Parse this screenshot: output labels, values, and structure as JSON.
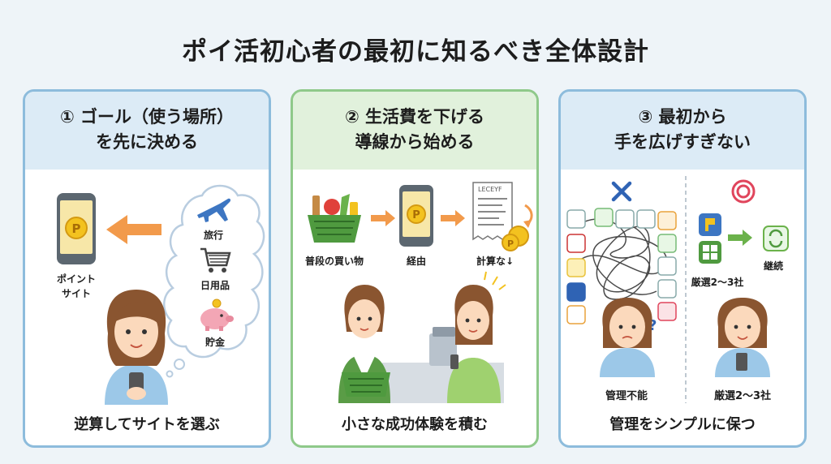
{
  "title": "ポイ活初心者の最初に知るべき全体設計",
  "cards": [
    {
      "heading_line1": "① ゴール（使う場所）",
      "heading_line2": "を先に決める",
      "labels": {
        "site_line1": "ポイント",
        "site_line2": "サイト",
        "travel": "旅行",
        "daily": "日用品",
        "savings": "貯金"
      },
      "footer": "逆算してサイトを選ぶ"
    },
    {
      "heading_line1": "② 生活費を下げる",
      "heading_line2": "導線から始める",
      "labels": {
        "shopping": "普段の買い物",
        "via": "経由",
        "less_bill": "計算な↓",
        "receipt_header": "LECEYF"
      },
      "footer": "小さな成功体験を積む"
    },
    {
      "heading_line1": "③ 最初から",
      "heading_line2": "手を広げすぎない",
      "labels": {
        "bad_caption": "管理不能",
        "good_caption": "厳選2〜3社",
        "good_mid": "厳選2〜3社",
        "continue": "継続",
        "question": "?"
      },
      "footer": "管理をシンプルに保つ"
    }
  ],
  "colors": {
    "blue_border": "#8dbcdc",
    "green_border": "#8fc98a",
    "arrow": "#f29a4b",
    "coin": "#f3c21f",
    "cross": "#2f63b4",
    "target": "#e0455c"
  }
}
